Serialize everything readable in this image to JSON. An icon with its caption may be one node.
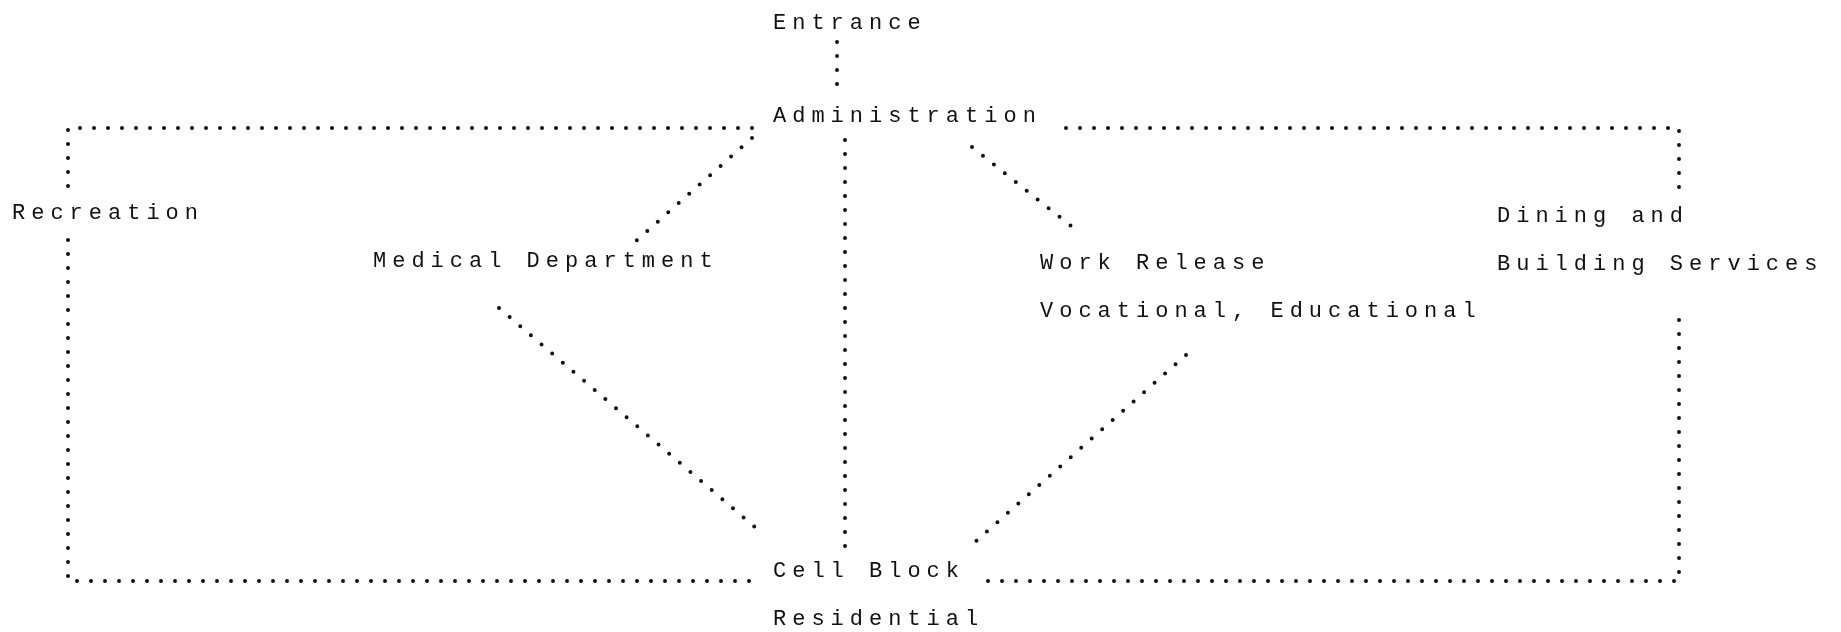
{
  "diagram": {
    "nodes": [
      {
        "text": [
          "Entrance"
        ]
      },
      {
        "text": [
          "Administration"
        ]
      },
      {
        "text": [
          "Recreation"
        ]
      },
      {
        "text": [
          "Medical Department"
        ]
      },
      {
        "text": [
          "Work Release Vocational, Educational"
        ]
      },
      {
        "text": [
          "Dining and Building Services"
        ]
      },
      {
        "text": [
          "Cell Block Residential"
        ]
      }
    ],
    "edges": [
      {
        "from": 0,
        "to": 1,
        "arrow": "none"
      },
      {
        "from": 1,
        "to": 2,
        "arrow": "none"
      },
      {
        "from": 1,
        "to": 3,
        "arrow": "none"
      },
      {
        "from": 1,
        "to": 6,
        "arrow": "none"
      },
      {
        "from": 1,
        "to": 4,
        "arrow": "none"
      },
      {
        "from": 1,
        "to": 5,
        "arrow": "none"
      },
      {
        "from": 3,
        "to": 6,
        "arrow": "none"
      },
      {
        "from": 4,
        "to": 6,
        "arrow": "none"
      },
      {
        "from": 2,
        "to": 6,
        "arrow": "none"
      },
      {
        "from": 5,
        "to": 6,
        "arrow": "none"
      }
    ]
  }
}
